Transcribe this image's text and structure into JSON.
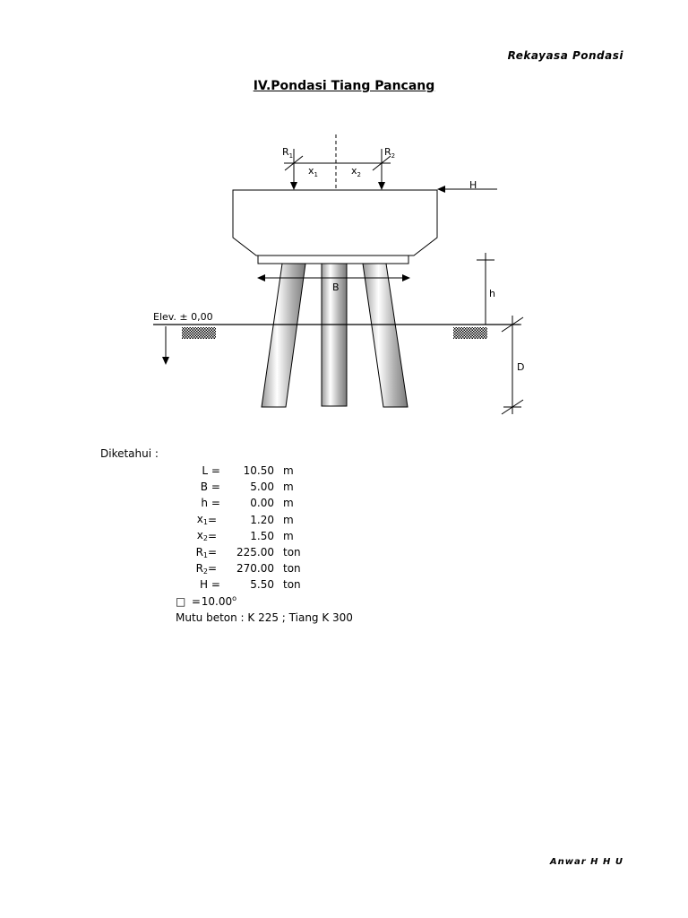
{
  "header": {
    "right_text": "Rekayasa Pondasi"
  },
  "title": "IV.Pondasi Tiang Pancang",
  "diagram": {
    "labels": {
      "R1": "R",
      "R1_sub": "1",
      "R2": "R",
      "R2_sub": "2",
      "x1": "x",
      "x1_sub": "1",
      "x2": "x",
      "x2_sub": "2",
      "H": "H",
      "B": "B",
      "h": "h",
      "D": "D",
      "elev": "Elev. ± 0,00"
    }
  },
  "given": {
    "title": "Diketahui :",
    "items": [
      {
        "sym": "L",
        "sub": "",
        "val": "10.50",
        "unit": "m"
      },
      {
        "sym": "B",
        "sub": "",
        "val": "5.00",
        "unit": "m"
      },
      {
        "sym": "h",
        "sub": "",
        "val": "0.00",
        "unit": "m"
      },
      {
        "sym": "x",
        "sub": "1",
        "val": "1.20",
        "unit": "m"
      },
      {
        "sym": "x",
        "sub": "2",
        "val": "1.50",
        "unit": "m"
      },
      {
        "sym": "R",
        "sub": "1",
        "val": "225.00",
        "unit": "ton"
      },
      {
        "sym": "R",
        "sub": "2",
        "val": "270.00",
        "unit": "ton"
      },
      {
        "sym": "H",
        "sub": "",
        "val": "5.50",
        "unit": "ton"
      }
    ],
    "angle": {
      "sym": "□",
      "val": "10.00",
      "sup": "o"
    },
    "note": "Mutu beton : K 225 ; Tiang K 300"
  },
  "footer": {
    "text": "Anwar H H U"
  }
}
